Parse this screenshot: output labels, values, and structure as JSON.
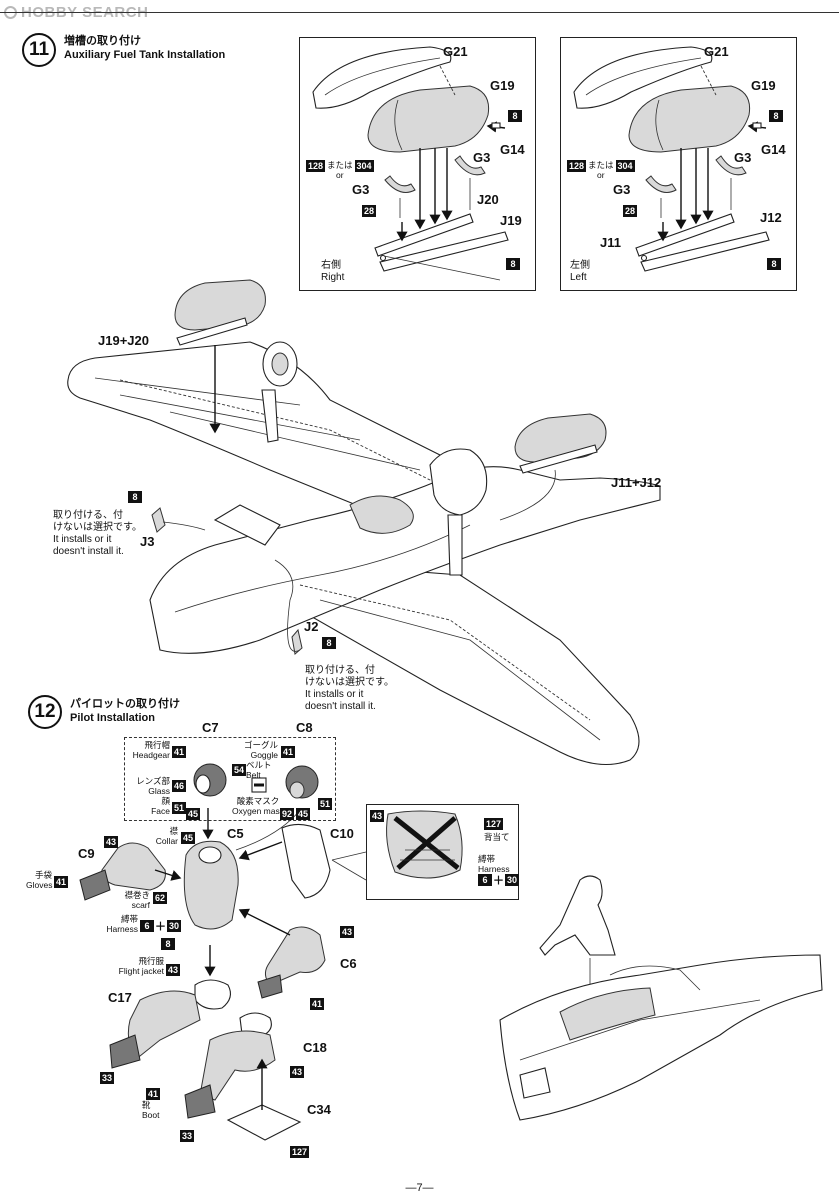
{
  "watermark": "HOBBY SEARCH",
  "step11": {
    "number": "11",
    "title_jp": "増槽の取り付け",
    "title_en": "Auxiliary Fuel Tank Installation",
    "right_box": {
      "side_jp": "右側",
      "side_en": "Right",
      "parts": {
        "g21": "G21",
        "g19": "G19",
        "g14": "G14",
        "g3a": "G3",
        "g3b": "G3",
        "j20": "J20",
        "j19": "J19"
      },
      "colors": {
        "c8a": "8",
        "c28": "28",
        "c8b": "8",
        "c128": "128",
        "c304": "304"
      },
      "or_jp": "または",
      "or_en": "or"
    },
    "left_box": {
      "side_jp": "左側",
      "side_en": "Left",
      "parts": {
        "g21": "G21",
        "g19": "G19",
        "g14": "G14",
        "g3a": "G3",
        "g3b": "G3",
        "j11": "J11",
        "j12": "J12"
      },
      "colors": {
        "c8a": "8",
        "c28": "28",
        "c8b": "8",
        "c128": "128",
        "c304": "304"
      },
      "or_jp": "または",
      "or_en": "or"
    },
    "main": {
      "j19j20": "J19+J20",
      "j11j12": "J11+J12",
      "j3": "J3",
      "j2": "J2",
      "j3_color": "8",
      "j2_color": "8",
      "option_note_jp_1": "取り付ける、付",
      "option_note_jp_2": "けないは選択です。",
      "option_note_en_1": "It installs or it",
      "option_note_en_2": "doesn't install it."
    }
  },
  "step12": {
    "number": "12",
    "title_jp": "パイロットの取り付け",
    "title_en": "Pilot Installation",
    "head_box": {
      "c7": "C7",
      "c8": "C8",
      "headgear_jp": "飛行帽",
      "headgear_en": "Headgear",
      "headgear_color": "41",
      "glass_jp": "レンズ部",
      "glass_en": "Glass",
      "glass_color": "46",
      "face_jp": "顔",
      "face_en": "Face",
      "face_color_a": "51",
      "face_color_b": "45",
      "goggle_jp": "ゴーグル",
      "goggle_en": "Goggle",
      "goggle_color": "41",
      "belt_jp": "ベルト",
      "belt_en": "Belt",
      "belt_color": "54",
      "oxygen_jp": "酸素マスク",
      "oxygen_en": "Oxygen mask",
      "oxygen_color_a": "92",
      "oxygen_color_b": "45",
      "c8_face_color": "51"
    },
    "body": {
      "c5": "C5",
      "c9": "C9",
      "c10": "C10",
      "c6": "C6",
      "c17": "C17",
      "c18": "C18",
      "c34": "C34",
      "collar_jp": "襟",
      "collar_en": "Collar",
      "collar_color": "45",
      "gloves_jp": "手袋",
      "gloves_en": "Gloves",
      "gloves_color": "41",
      "c9_color": "43",
      "scarf_jp": "襟巻き",
      "scarf_en": "scarf",
      "scarf_color": "62",
      "harness_jp": "縛帯",
      "harness_en": "Harness",
      "harness_color_a": "6",
      "harness_color_b": "30",
      "plus": "＋",
      "c5_color": "8",
      "jacket_jp": "飛行服",
      "jacket_en": "Flight jacket",
      "jacket_color": "43",
      "c6_color": "43",
      "c6_glove_color": "41",
      "c18_color": "43",
      "boot_jp": "靴",
      "boot_en": "Boot",
      "boot_color": "41",
      "boot_sole_a": "33",
      "boot_sole_b": "33",
      "c34_color": "127"
    },
    "back_box": {
      "pack_color": "127",
      "pack_jp": "背当て",
      "harness_jp": "縛帯",
      "harness_en": "Harness",
      "harness_color_a": "6",
      "harness_color_b": "30",
      "plus": "＋",
      "corner_color": "43"
    }
  },
  "page_number": "—7—"
}
